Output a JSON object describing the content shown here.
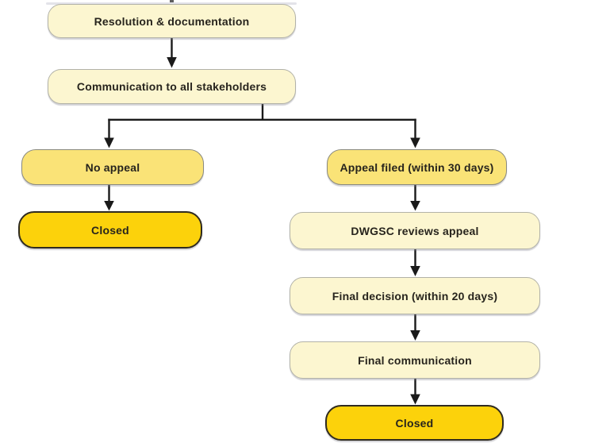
{
  "diagram": {
    "type": "flowchart",
    "direction": "top-down",
    "colors": {
      "process_fill": "#fcf6d0",
      "process_border": "#b2b2a8",
      "branch_fill": "#fae377",
      "branch_border": "#8a8a80",
      "terminal_fill": "#fcd20b",
      "terminal_border": "#2f2b20",
      "connector": "#1a1a1a",
      "text": "#27241d"
    },
    "nodes": [
      {
        "id": "resolution",
        "label": "Resolution & documentation",
        "kind": "process"
      },
      {
        "id": "communication",
        "label": "Communication to all stakeholders",
        "kind": "process"
      },
      {
        "id": "no-appeal",
        "label": "No appeal",
        "kind": "branch"
      },
      {
        "id": "appeal-filed",
        "label": "Appeal filed (within 30 days)",
        "kind": "branch"
      },
      {
        "id": "closed-left",
        "label": "Closed",
        "kind": "terminal"
      },
      {
        "id": "dwgsc-reviews",
        "label": "DWGSC reviews appeal",
        "kind": "process"
      },
      {
        "id": "final-decision",
        "label": "Final decision (within 20 days)",
        "kind": "process"
      },
      {
        "id": "final-communication",
        "label": "Final communication",
        "kind": "process"
      },
      {
        "id": "closed-right",
        "label": "Closed",
        "kind": "terminal"
      }
    ],
    "edges": [
      {
        "from": "resolution",
        "to": "communication"
      },
      {
        "from": "communication",
        "to": "no-appeal"
      },
      {
        "from": "communication",
        "to": "appeal-filed"
      },
      {
        "from": "no-appeal",
        "to": "closed-left"
      },
      {
        "from": "appeal-filed",
        "to": "dwgsc-reviews"
      },
      {
        "from": "dwgsc-reviews",
        "to": "final-decision"
      },
      {
        "from": "final-decision",
        "to": "final-communication"
      },
      {
        "from": "final-communication",
        "to": "closed-right"
      }
    ]
  }
}
